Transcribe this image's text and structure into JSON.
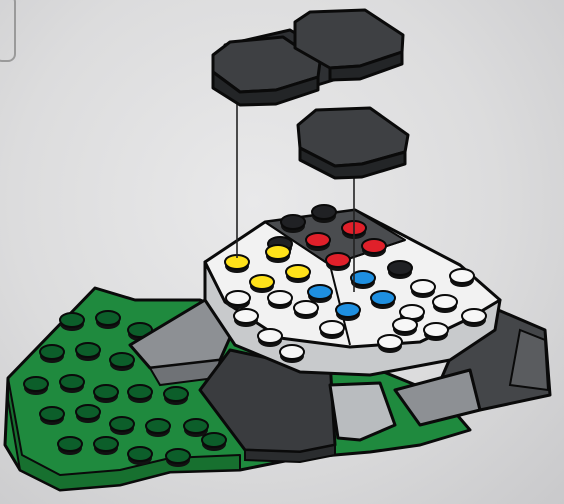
{
  "scene": {
    "subject": "brick-build-instruction-step",
    "colors": {
      "background": "#dcdcdd",
      "green_plate": "#1f8a3e",
      "dark_tile": "#3b3d40",
      "white_plate": "#f2f2f2",
      "light_gray": "#9c9fa3",
      "stud_red": "#e0202a",
      "stud_yellow": "#ffe21a",
      "stud_blue": "#1e8fe0",
      "stud_black": "#202124",
      "stud_white": "#f7f7f7",
      "stud_green": "#0c5e2a"
    },
    "parts": [
      "tile-pair-top",
      "tile-single-top",
      "guide-line-left",
      "guide-line-right",
      "green-wing-plate",
      "white-top-plate",
      "dark-slope-base",
      "gray-side-wedges"
    ]
  }
}
